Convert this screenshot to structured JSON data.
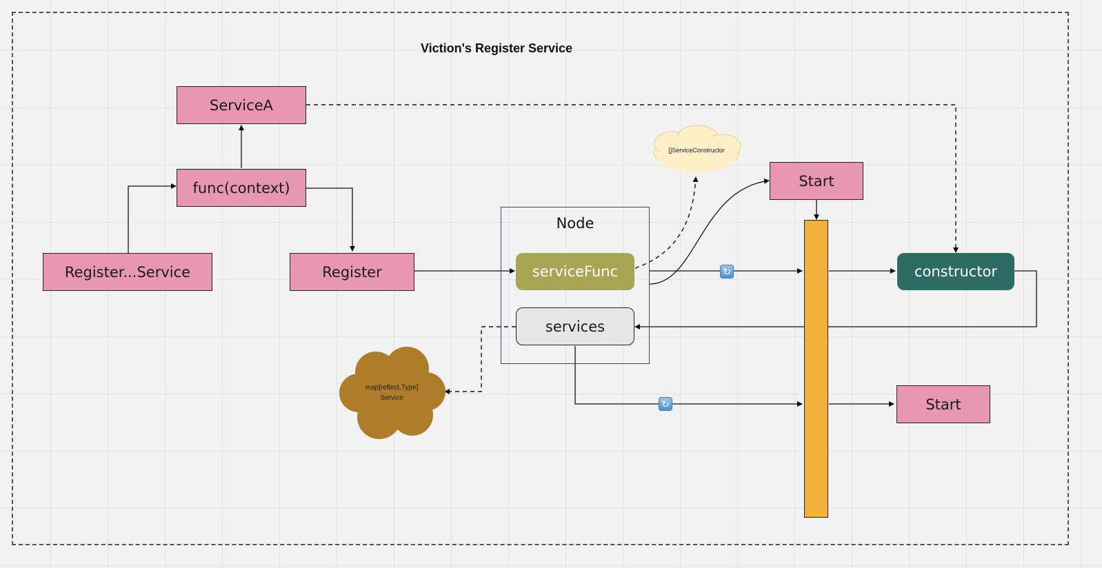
{
  "title": "Viction's Register Service",
  "nodes": {
    "service_a": "ServiceA",
    "func_context": "func(context)",
    "register_service": "Register...Service",
    "register": "Register",
    "node_container": "Node",
    "service_func": "serviceFunc",
    "services": "services",
    "start_top": "Start",
    "start_bottom": "Start",
    "constructor": "constructor"
  },
  "clouds": {
    "service_constructor": "[]ServiceConstructor",
    "service_map_line1": "map[reflect.Type]",
    "service_map_line2": "Service"
  },
  "colors": {
    "pink_box": "#e797b2",
    "olive_box": "#a8a555",
    "teal_box": "#2d6b65",
    "gray_box": "#e6e6e6",
    "orange_bar": "#f2b23c",
    "light_cloud": "#fdf0c8",
    "brown_cloud": "#ad7d2a"
  }
}
